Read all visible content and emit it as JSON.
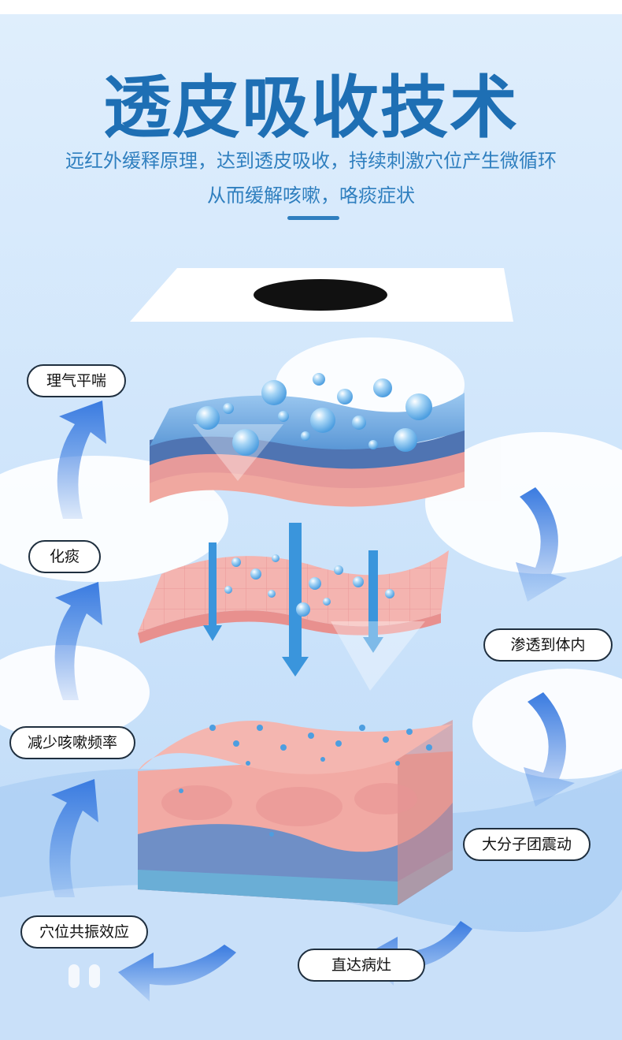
{
  "title": "透皮吸收技术",
  "subtitle_line1": "远红外缓释原理，达到透皮吸收，持续刺激穴位产生微循环",
  "subtitle_line2": "从而缓解咳嗽，咯痰症状",
  "labels": {
    "regulate_qi": "理气平喘",
    "resolve_phlegm": "化痰",
    "reduce_cough": "减少咳嗽频率",
    "acupoint_resonance": "穴位共振效应",
    "penetrate_body": "渗透到体内",
    "molecule_vibration": "大分子团震动",
    "reach_lesion": "直达病灶"
  },
  "colors": {
    "title": "#1e6fb4",
    "subtitle": "#2f7fbf",
    "skin": "#f2a7a4",
    "arrow": "#3f86e6",
    "droplet": "#7bbcec"
  }
}
